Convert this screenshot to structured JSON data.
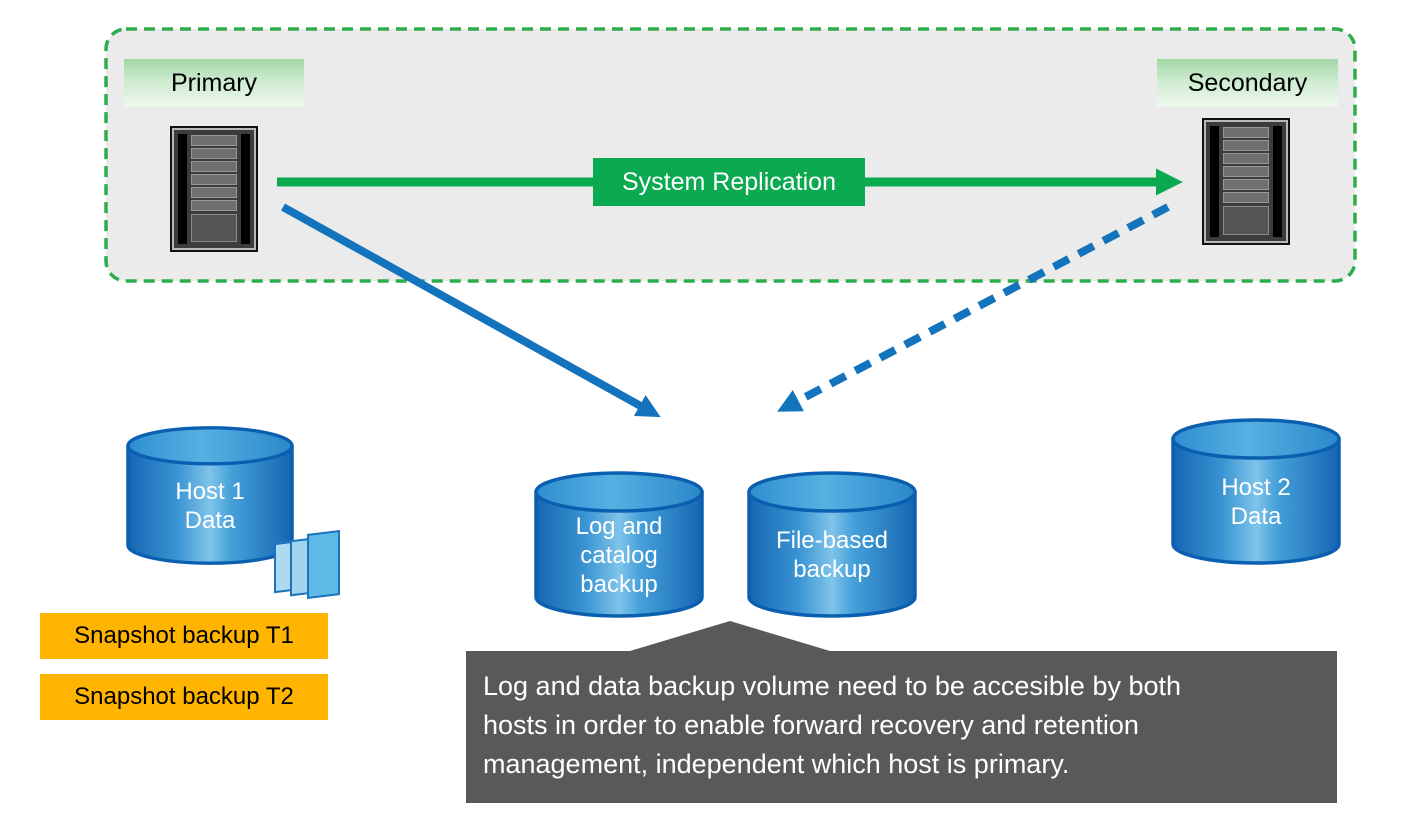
{
  "cluster": {
    "primary_label": "Primary",
    "secondary_label": "Secondary",
    "replication_arrow_label": "System Replication"
  },
  "storage": {
    "host1": {
      "label": "Host 1\nData"
    },
    "log_catalog": {
      "label": "Log and\ncatalog\nbackup"
    },
    "file_based": {
      "label": "File-based\nbackup"
    },
    "host2": {
      "label": "Host 2\nData"
    }
  },
  "snapshots": {
    "t1_label": "Snapshot backup T1",
    "t2_label": "Snapshot backup T2"
  },
  "callout": {
    "lines": [
      "Log and data backup volume need to be accesible by both",
      "hosts in order to enable forward recovery and retention",
      "management, independent which host is primary."
    ]
  },
  "colors": {
    "replication_green": "#0caa50",
    "cluster_border_green": "#2ead4d",
    "cluster_fill_gray": "#ebebeb",
    "flow_blue": "#1473bd",
    "cylinder_blue": "#1a78c2",
    "cylinder_border_blue": "#0b5fb0",
    "snapshot_page_blue": "#5fb9e6",
    "snapshot_orange": "#ffb400",
    "callout_gray": "#595959"
  }
}
